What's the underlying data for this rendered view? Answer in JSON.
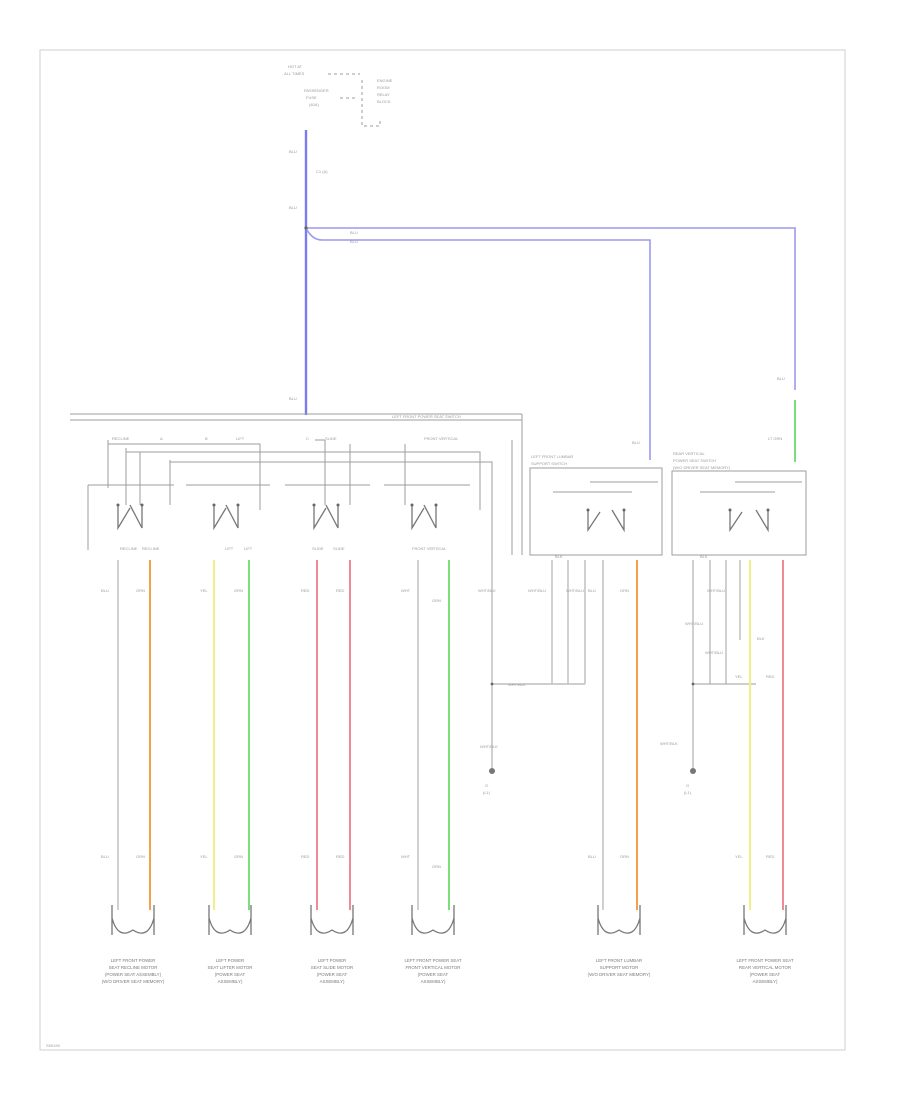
{
  "top": {
    "source_lines": [
      "HOT AT",
      "ALL TIMES"
    ],
    "fuse_lines": [
      "PASSENGER",
      "FUSE",
      "(40A)"
    ],
    "junction_lines": [
      "ENGINE",
      "ROOM",
      "RELAY",
      "BLOCK"
    ],
    "wire_a": "BLU",
    "wire_a_extra": "C1 (A)",
    "wire_b": "BLU",
    "branch_label_1": "BLU",
    "branch_label_2": "BLU",
    "left_trunk_label": "BLU"
  },
  "switch_group": {
    "title": "LEFT FRONT POWER SEAT SWITCH",
    "labels": [
      "RECLINE",
      "A",
      "B",
      "LIFT",
      "C",
      "SLIDE",
      "FRONT VERTICAL"
    ]
  },
  "switches": [
    {
      "name": "recline",
      "terms": [
        "RECLINE",
        "RECLINE"
      ],
      "wire_l": "BLU",
      "wire_r": "ORN",
      "conn_l": "BLU",
      "conn_r": "ORN",
      "caption": [
        "LEFT FRONT POWER",
        "SEAT RECLINE MOTOR",
        "(POWER SEAT ASSEMBLY)",
        "(W/O DRIVER SEAT MEMORY)"
      ]
    },
    {
      "name": "lift",
      "terms": [
        "LIFT",
        "LIFT"
      ],
      "wire_l": "YEL",
      "wire_r": "GRN",
      "conn_l": "YEL",
      "conn_r": "GRN",
      "caption": [
        "LEFT POWER",
        "SEAT LIFTER MOTOR",
        "(POWER SEAT",
        "ASSEMBLY)"
      ]
    },
    {
      "name": "slide",
      "terms": [
        "SLIDE",
        "SLIDE"
      ],
      "wire_l": "RED",
      "wire_r": "RED",
      "conn_l": "RED",
      "conn_r": "RED",
      "caption": [
        "LEFT POWER",
        "SEAT SLIDE MOTOR",
        "(POWER SEAT",
        "ASSEMBLY)"
      ]
    },
    {
      "name": "front-vertical",
      "terms": [
        "FRONT VERTICAL",
        ""
      ],
      "wire_l": "WHT",
      "wire_r": "GRN",
      "conn_l": "WHT",
      "conn_r": "GRN",
      "caption": [
        "LEFT FRONT POWER SEAT",
        "FRONT VERTICAL MOTOR",
        "(POWER SEAT",
        "ASSEMBLY)"
      ]
    }
  ],
  "ground_wire_1": "WHT/BLK",
  "ground_wire_1b": "WHT/BLK",
  "ground_1": [
    "G",
    "(L1)"
  ],
  "ground_2": [
    "G",
    "(L1)"
  ],
  "lumbar_switch": {
    "title_lines": [
      "LEFT FRONT LUMBAR",
      "SUPPORT SWITCH"
    ],
    "top_wire": "BLU",
    "wires_small": [
      "BLK",
      "WHT/BLU",
      "WHT/BLU"
    ],
    "wire_l": "BLU",
    "wire_r": "ORN",
    "conn_l": "BLU",
    "conn_r": "ORN",
    "caption": [
      "LEFT FRONT LUMBAR",
      "SUPPORT MOTOR",
      "(W/O DRIVER SEAT MEMORY)"
    ]
  },
  "rv_switch": {
    "title_lines": [
      "REAR VERTICAL",
      "POWER SEAT SWITCH",
      "(W/O DRIVER SEAT MEMORY)"
    ],
    "top_wire": "BLU",
    "green_label": "LT GRN",
    "wires_small": [
      "BLK",
      "WHT/BLU",
      "WHT/BLU"
    ],
    "extra_wires": [
      "WHT/BLU",
      "BLK"
    ],
    "wire_l": "YEL",
    "wire_r": "RED",
    "conn_l": "YEL",
    "conn_r": "RED",
    "caption": [
      "LEFT FRONT POWER SEAT",
      "REAR VERTICAL MOTOR",
      "(POWER SEAT",
      "ASSEMBLY)"
    ]
  },
  "footer": "S90190",
  "colors": {
    "blue": "#7b7bf0",
    "orange": "#f5a04a",
    "yellow": "#f0f08a",
    "green": "#79e079",
    "pink": "#f08a96",
    "white": "#c4c4c4"
  }
}
